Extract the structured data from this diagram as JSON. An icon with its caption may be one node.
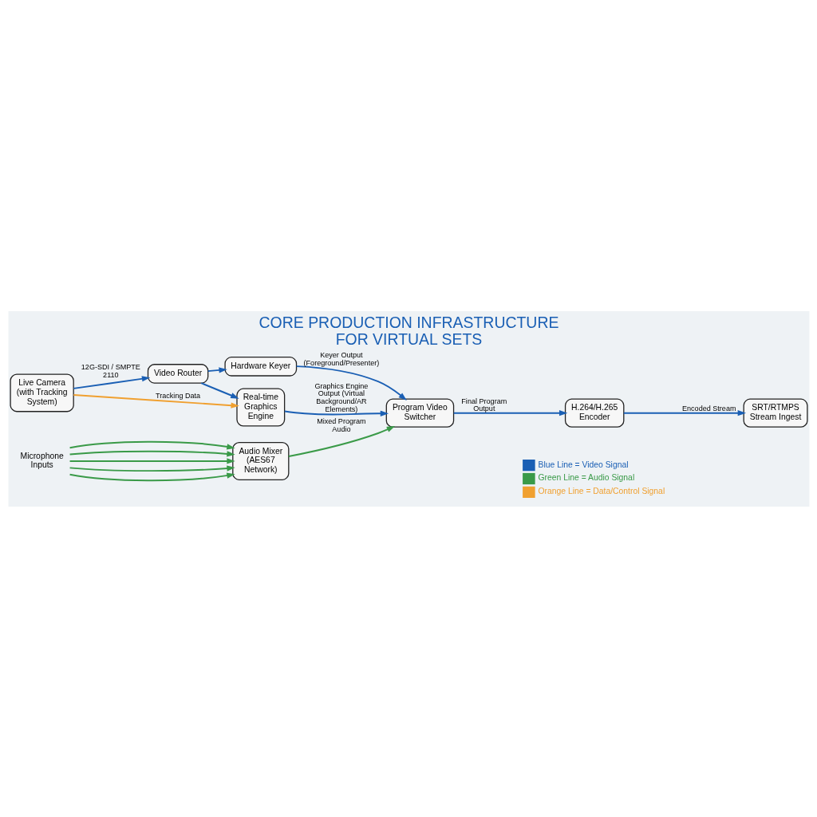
{
  "diagram": {
    "title": "CORE PRODUCTION INFRASTRUCTURE FOR VIRTUAL SETS",
    "nodes": [
      {
        "text": [
          "Live Camera (with Tracking System)"
        ]
      },
      {
        "text": [
          "Video Router"
        ]
      },
      {
        "text": [
          "Hardware Keyer"
        ]
      },
      {
        "text": [
          "Real-time Graphics Engine"
        ]
      },
      {
        "text": [
          "Program Video Switcher"
        ]
      },
      {
        "text": [
          "H.264/H.265 Encoder"
        ]
      },
      {
        "text": [
          "SRT/RTMPS Stream Ingest"
        ]
      },
      {
        "text": [
          "Audio Mixer (AES67 Network)"
        ]
      },
      {
        "text": [
          "Microphone Inputs"
        ]
      }
    ],
    "edges": [
      {
        "from": 0,
        "to": 1,
        "arrow": "to",
        "label": "12G-SDI / SMPTE 2110",
        "color": "#1a5fb4"
      },
      {
        "from": 1,
        "to": 2,
        "arrow": "to",
        "color": "#1a5fb4"
      },
      {
        "from": 1,
        "to": 3,
        "arrow": "to",
        "color": "#1a5fb4"
      },
      {
        "from": 0,
        "to": 3,
        "arrow": "to",
        "label": "Tracking Data",
        "color": "#f0a030"
      },
      {
        "from": 2,
        "to": 4,
        "arrow": "to",
        "label": "Keyer Output (Foreground/Presenter)",
        "color": "#1a5fb4"
      },
      {
        "from": 3,
        "to": 4,
        "arrow": "to",
        "label": "Graphics Engine Output (Virtual Background/AR Elements)",
        "color": "#1a5fb4"
      },
      {
        "from": 7,
        "to": 4,
        "arrow": "to",
        "label": "Mixed Program Audio",
        "color": "#3a9a48"
      },
      {
        "from": 4,
        "to": 5,
        "arrow": "to",
        "label": "Final Program Output",
        "color": "#1a5fb4"
      },
      {
        "from": 5,
        "to": 6,
        "arrow": "to",
        "label": "Encoded Stream",
        "color": "#1a5fb4"
      },
      {
        "from": 8,
        "to": 7,
        "arrow": "to",
        "color": "#3a9a48"
      },
      {
        "from": 8,
        "to": 7,
        "arrow": "to",
        "color": "#3a9a48"
      },
      {
        "from": 8,
        "to": 7,
        "arrow": "to",
        "color": "#3a9a48"
      },
      {
        "from": 8,
        "to": 7,
        "arrow": "to",
        "color": "#3a9a48"
      },
      {
        "from": 8,
        "to": 7,
        "arrow": "to",
        "color": "#3a9a48"
      }
    ],
    "legend": [
      {
        "text": "Blue Line = Video Signal",
        "color": "#1a5fb4"
      },
      {
        "text": "Green Line = Audio Signal",
        "color": "#3a9a48"
      },
      {
        "text": "Orange Line = Data/Control Signal",
        "color": "#f0a030"
      }
    ]
  }
}
